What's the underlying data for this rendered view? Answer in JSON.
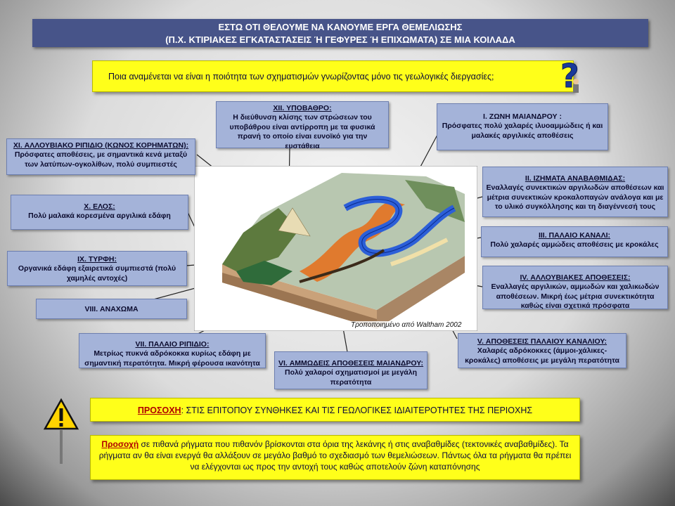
{
  "header": {
    "line1": "ΕΣΤΩ ΟΤΙ ΘΕΛΟΥΜΕ ΝΑ ΚΑΝΟΥΜΕ ΕΡΓΑ ΘΕΜΕΛΙΩΣΗΣ",
    "line2": "(Π.Χ. ΚΤΙΡΙΑΚΕΣ ΕΓΚΑΤΑΣΤΑΣΕΙΣ Ή ΓΕΦΥΡΕΣ Ή ΕΠΙΧΩΜΑΤΑ) ΣΕ ΜΙΑ ΚΟΙΛΑΔΑ"
  },
  "question": "Ποια αναμένεται να είναι η ποιότητα των σχηματισμών γνωρίζοντας μόνο τις γεωλογικές διεργασίες;",
  "labels": {
    "xii": {
      "title": "XII. ΥΠΟΒΑΘΡΟ:",
      "desc": "Η διεύθυνση κλίσης των στρώσεων του υποβάθρου είναι αντίρροπη με τα φυσικά πρανή το οποίο είναι ευνοϊκό για την ευστάθεια"
    },
    "i": {
      "title": "Ι. ΖΩΝΗ ΜΑΙΑΝΔΡΟΥ :",
      "desc": "Πρόσφατες πολύ χαλαρές ιλυοαμμώδεις ή και μαλακές αργιλικές αποθέσεις"
    },
    "xi": {
      "title": "XI. ΑΛΛΟΥΒΙΑΚΟ ΡΙΠΙΔΙΟ (ΚΩΝΟΣ ΚΟΡΗΜΑΤΩΝ):",
      "desc": "Πρόσφατες αποθέσεις, με σημαντικά κενά μεταξύ των λατύπων-ογκολίθων, πολύ συμπιεστές"
    },
    "ii": {
      "title": "ΙΙ. ΙΖΗΜΑΤΑ ΑΝΑΒΑΘΜΙΔΑΣ:",
      "desc": "Εναλλαγές συνεκτικών αργιλωδών αποθέσεων και μέτρια συνεκτικών κροκαλοπαγών ανάλογα και με το υλικό συγκόλλησης και τη διαγέννεσή τους"
    },
    "x": {
      "title": "Χ. ΕΛΟΣ:",
      "desc": "Πολύ μαλακά κορεσμένα αργιλικά εδάφη"
    },
    "iii": {
      "title": "ΙΙΙ. ΠΑΛΑΙΟ ΚΑΝΑΛΙ:",
      "desc": "Πολύ χαλαρές αμμώδεις αποθέσεις με κροκάλες"
    },
    "ix": {
      "title": "IX. ΤΥΡΦΗ:",
      "desc": "Οργανικά εδάφη εξαιρετικά συμπιεστά (πολύ χαμηλές αντοχές)"
    },
    "iv": {
      "title": "IV. ΑΛΛΟΥΒΙΑΚΕΣ ΑΠΟΘΕΣΕΙΣ:",
      "desc": "Εναλλαγές αργιλικών, αμμωδών και χαλικωδών αποθέσεων. Μικρή έως μέτρια συνεκτικότητα καθώς είναι σχετικά πρόσφατα"
    },
    "viii": {
      "title": "VIII. ΑΝΑΧΩΜΑ",
      "desc": ""
    },
    "vii": {
      "title": "VII. ΠΑΛΑΙΟ ΡΙΠΙΔΙΟ:",
      "desc": "Μετρίως πυκνά αδρόκοκκα κυρίως εδάφη με σημαντική περατότητα. Μικρή φέρουσα ικανότητα"
    },
    "v": {
      "title": "V. ΑΠΟΘΕΣΕΙΣ ΠΑΛΑΙΟΥ ΚΑΝΑΛΙΟΥ:",
      "desc": "Χαλαρές αδρόκοκκες (άμμοι-χάλικες-κροκάλες) αποθέσεις με μεγάλη περατότητα"
    },
    "vi": {
      "title": "VI. ΑΜΜΩΔΕΙΣ ΑΠΟΘΕΣΕΙΣ ΜΑΙΑΝΔΡΟΥ:",
      "desc": "Πολύ χαλαροί σχηματισμοί με μεγάλη περατότητα"
    }
  },
  "credit": "Τροποποιημένο από Waltham 2002",
  "warning1": {
    "lead": "ΠΡΟΣΟΧΗ",
    "text": ": ΣΤΙΣ ΕΠΙΤΟΠΟΥ ΣΥΝΘΗΚΕΣ ΚΑΙ ΤΙΣ ΓΕΩΛΟΓΙΚΕΣ ΙΔΙΑΙΤΕΡΟΤΗΤΕΣ ΤΗΣ ΠΕΡΙΟΧΗΣ"
  },
  "warning2": {
    "lead": "Προσοχή",
    "text": " σε πιθανά ρήγματα που πιθανόν βρίσκονται στα όρια της λεκάνης ή στις αναβαθμίδες (τεκτονικές αναβαθμίδες). Τα ρήγματα αν θα είναι ενεργά θα αλλάξουν σε μεγάλο βαθμό το σχεδιασμό των θεμελιώσεων. Πάντως όλα τα ρήγματα θα πρέπει να ελέγχονται ως προς την αντοχή τους καθώς αποτελούν ζώνη καταπόνησης"
  },
  "colors": {
    "box": "#a4b3d9",
    "header": "#475489",
    "warning": "#ffff1a",
    "river": "#2c5fd8"
  }
}
